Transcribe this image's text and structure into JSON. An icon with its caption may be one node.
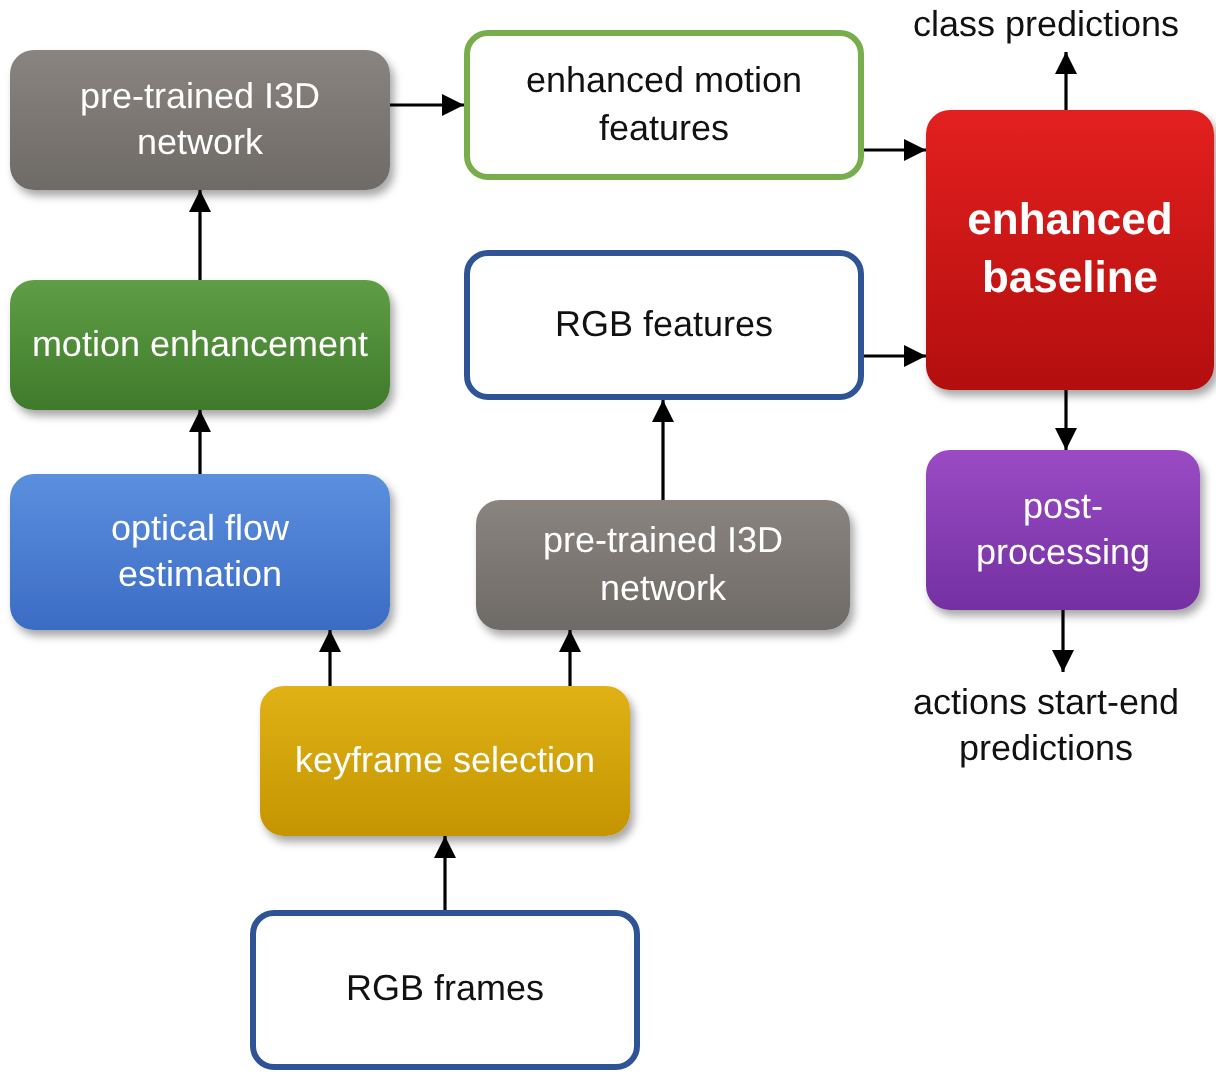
{
  "diagram": {
    "nodes": [
      {
        "text": [
          "pre-trained I3D network"
        ]
      },
      {
        "text": [
          "enhanced motion features"
        ]
      },
      {
        "text": [
          "enhanced baseline"
        ]
      },
      {
        "text": [
          "motion enhancement"
        ]
      },
      {
        "text": [
          "RGB features"
        ]
      },
      {
        "text": [
          "optical flow estimation"
        ]
      },
      {
        "text": [
          "pre-trained I3D network"
        ]
      },
      {
        "text": [
          "post-processing"
        ]
      },
      {
        "text": [
          "keyframe selection"
        ]
      },
      {
        "text": [
          "RGB frames"
        ]
      },
      {
        "text": [
          "class predictions"
        ]
      },
      {
        "text": [
          "actions start-end predictions"
        ]
      }
    ],
    "edges": [
      {
        "from": 9,
        "to": 8,
        "arrow": "to"
      },
      {
        "from": 8,
        "to": 5,
        "arrow": "to"
      },
      {
        "from": 8,
        "to": 6,
        "arrow": "to"
      },
      {
        "from": 5,
        "to": 3,
        "arrow": "to"
      },
      {
        "from": 3,
        "to": 0,
        "arrow": "to"
      },
      {
        "from": 0,
        "to": 1,
        "arrow": "to"
      },
      {
        "from": 1,
        "to": 2,
        "arrow": "to"
      },
      {
        "from": 6,
        "to": 4,
        "arrow": "to"
      },
      {
        "from": 4,
        "to": 2,
        "arrow": "to"
      },
      {
        "from": 2,
        "to": 10,
        "arrow": "to"
      },
      {
        "from": 2,
        "to": 7,
        "arrow": "to"
      },
      {
        "from": 7,
        "to": 11,
        "arrow": "to"
      }
    ]
  }
}
